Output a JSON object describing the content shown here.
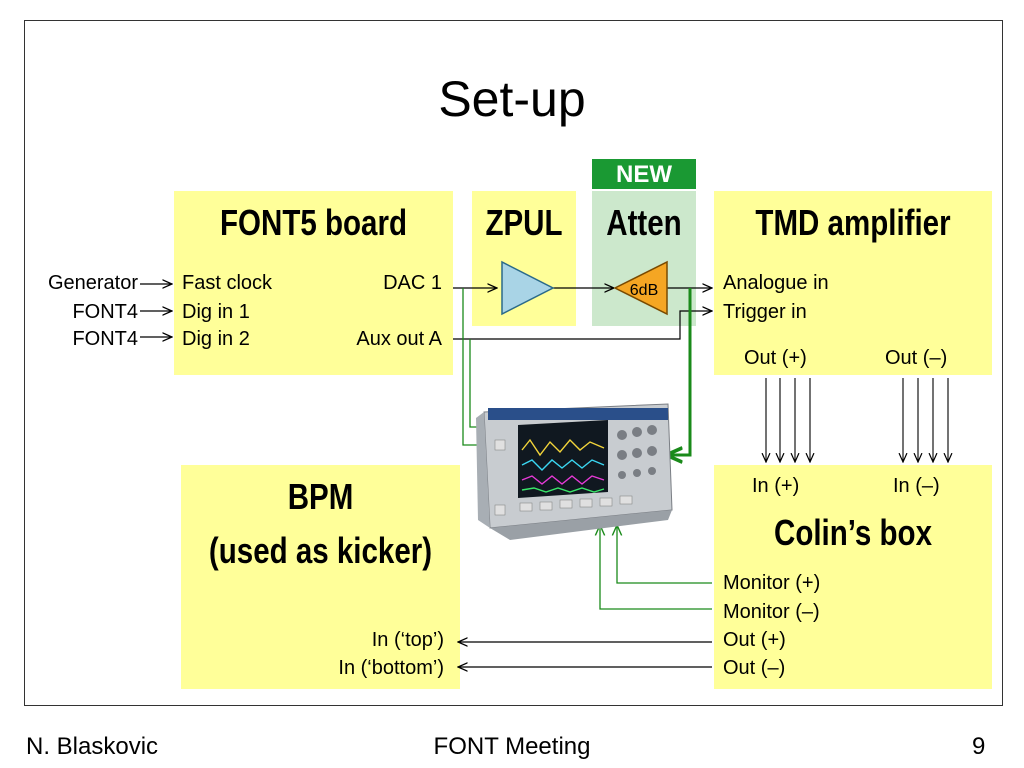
{
  "title": "Set-up",
  "badge": "NEW",
  "font5": {
    "title": "FONT5 board",
    "fast_clock": "Fast clock",
    "dig1": "Dig in 1",
    "dig2": "Dig in 2",
    "dac1": "DAC 1",
    "aux": "Aux out A"
  },
  "sources": {
    "gen": "Generator",
    "f4a": "FONT4",
    "f4b": "FONT4"
  },
  "zpul": {
    "title": "ZPUL"
  },
  "atten": {
    "title": "Atten",
    "value": "6dB"
  },
  "tmd": {
    "title": "TMD amplifier",
    "analogue_in": "Analogue in",
    "trigger_in": "Trigger in",
    "out_plus": "Out (+)",
    "out_minus": "Out (–)"
  },
  "bpm": {
    "title_line1": "BPM",
    "title_line2": "(used as kicker)",
    "in_top": "In (‘top’)",
    "in_bottom": "In (‘bottom’)"
  },
  "colin": {
    "title": "Colin’s box",
    "in_plus": "In (+)",
    "in_minus": "In (–)",
    "mon_plus": "Monitor (+)",
    "mon_minus": "Monitor (–)",
    "out_plus": "Out (+)",
    "out_minus": "Out (–)"
  },
  "footer": {
    "author": "N. Blaskovic",
    "meeting": "FONT Meeting",
    "page": "9"
  },
  "colors": {
    "box": "#ffff99",
    "badge": "#1a9933",
    "atten_bg": "#cce8cc",
    "wire_green": "#1a8a1a",
    "zpul_fill": "#a9d4e6",
    "atten_fill": "#f5a623"
  }
}
